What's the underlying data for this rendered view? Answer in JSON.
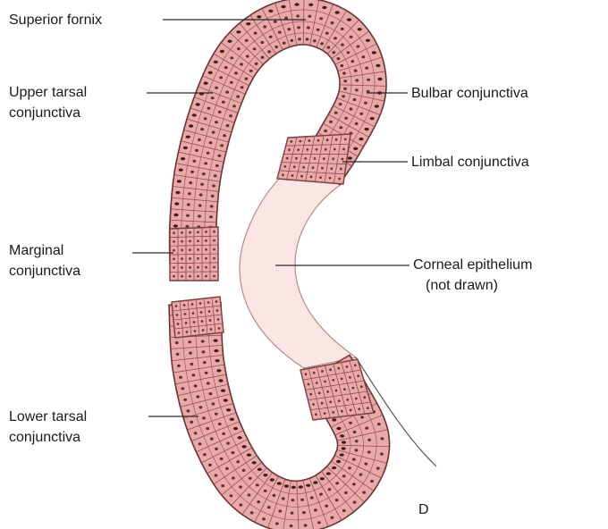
{
  "figure": {
    "panel_letter": "D",
    "labels": {
      "superior_fornix": [
        "Superior fornix"
      ],
      "upper_tarsal": [
        "Upper tarsal",
        "conjunctiva"
      ],
      "bulbar": [
        "Bulbar conjunctiva"
      ],
      "limbal": [
        "Limbal conjunctiva"
      ],
      "marginal": [
        "Marginal",
        "conjunctiva"
      ],
      "corneal": [
        "Corneal epithelium",
        "(not drawn)"
      ],
      "lower_tarsal": [
        "Lower tarsal",
        "conjunctiva"
      ]
    },
    "colors": {
      "tissue_fill": "#e9a9a9",
      "tissue_stroke": "#6b3333",
      "cell_line": "#8e4a4a",
      "nucleus": "#3a1515",
      "cornea_fill": "#fbe5e5",
      "cornea_stroke": "#b98a8a"
    }
  }
}
